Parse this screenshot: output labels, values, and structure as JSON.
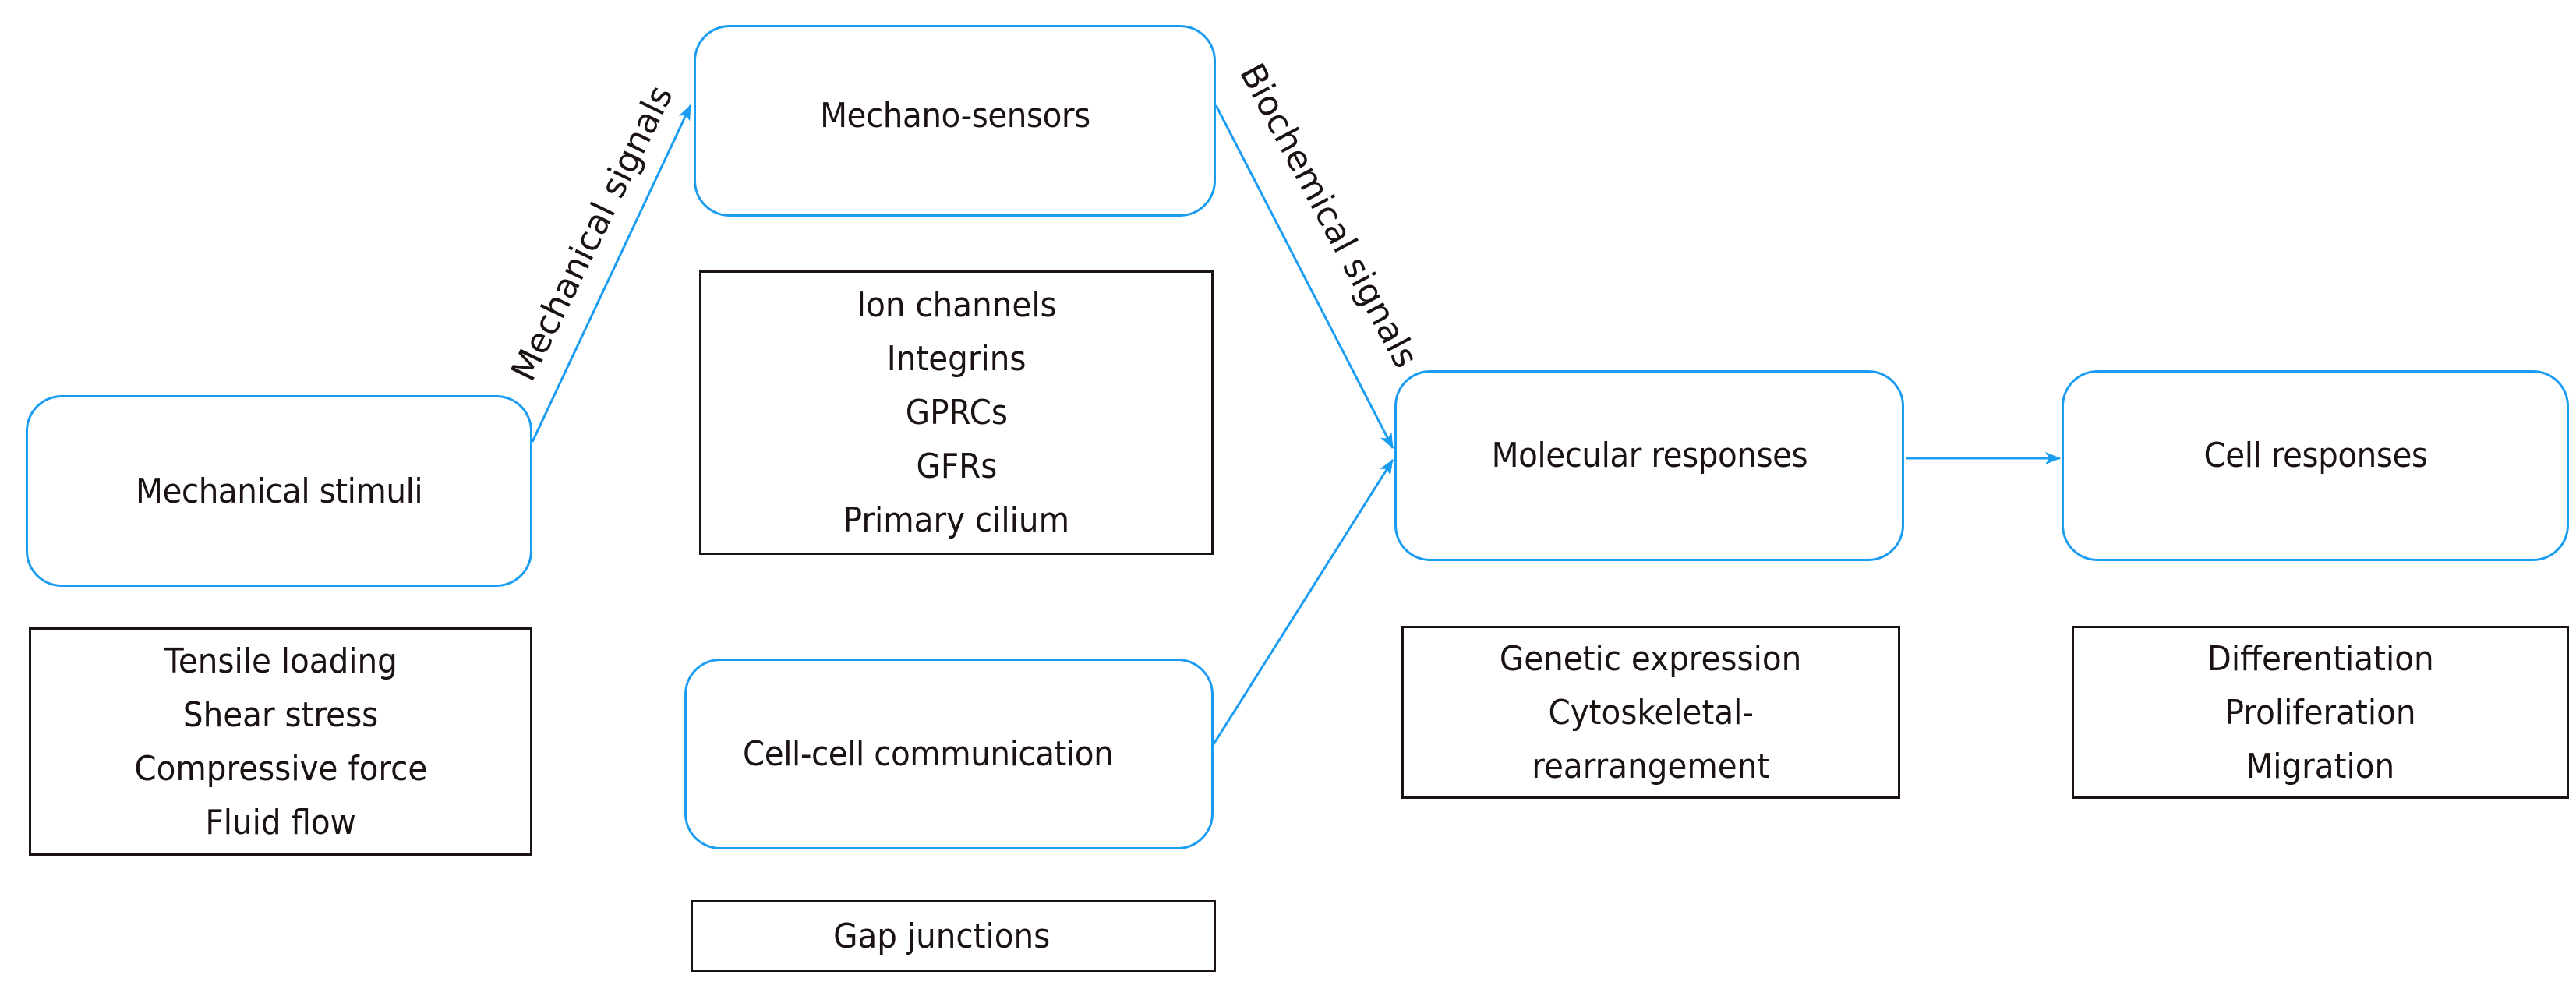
{
  "diagram": {
    "accent_color": "#1a9cf2",
    "text_color": "#1a1311",
    "nodes": {
      "mechanical_stimuli": {
        "label": "Mechanical stimuli"
      },
      "mechano_sensors": {
        "label": "Mechano-sensors"
      },
      "cell_cell_communication": {
        "label": "Cell-cell communication"
      },
      "molecular_responses": {
        "label": "Molecular responses"
      },
      "cell_responses": {
        "label": "Cell responses"
      }
    },
    "detail_boxes": {
      "stimuli_types": {
        "items": [
          "Tensile loading",
          "Shear stress",
          "Compressive force",
          "Fluid flow"
        ]
      },
      "sensor_types": {
        "items": [
          "Ion channels",
          "Integrins",
          "GPRCs",
          "GFRs",
          "Primary cilium"
        ]
      },
      "communication_types": {
        "items": [
          "Gap junctions"
        ]
      },
      "molecular_types": {
        "items": [
          "Genetic expression",
          "Cytoskeletal-",
          "rearrangement"
        ]
      },
      "cell_response_types": {
        "items": [
          "Differentiation",
          "Proliferation",
          "Migration"
        ]
      }
    },
    "edges": [
      {
        "from": "Mechanical stimuli",
        "to": "Mechano-sensors",
        "label": "Mechanical signals"
      },
      {
        "from": "Mechano-sensors",
        "to": "Molecular responses",
        "label": "Biochemical signals"
      },
      {
        "from": "Cell-cell communication",
        "to": "Molecular responses",
        "label": ""
      },
      {
        "from": "Molecular responses",
        "to": "Cell responses",
        "label": ""
      }
    ]
  }
}
